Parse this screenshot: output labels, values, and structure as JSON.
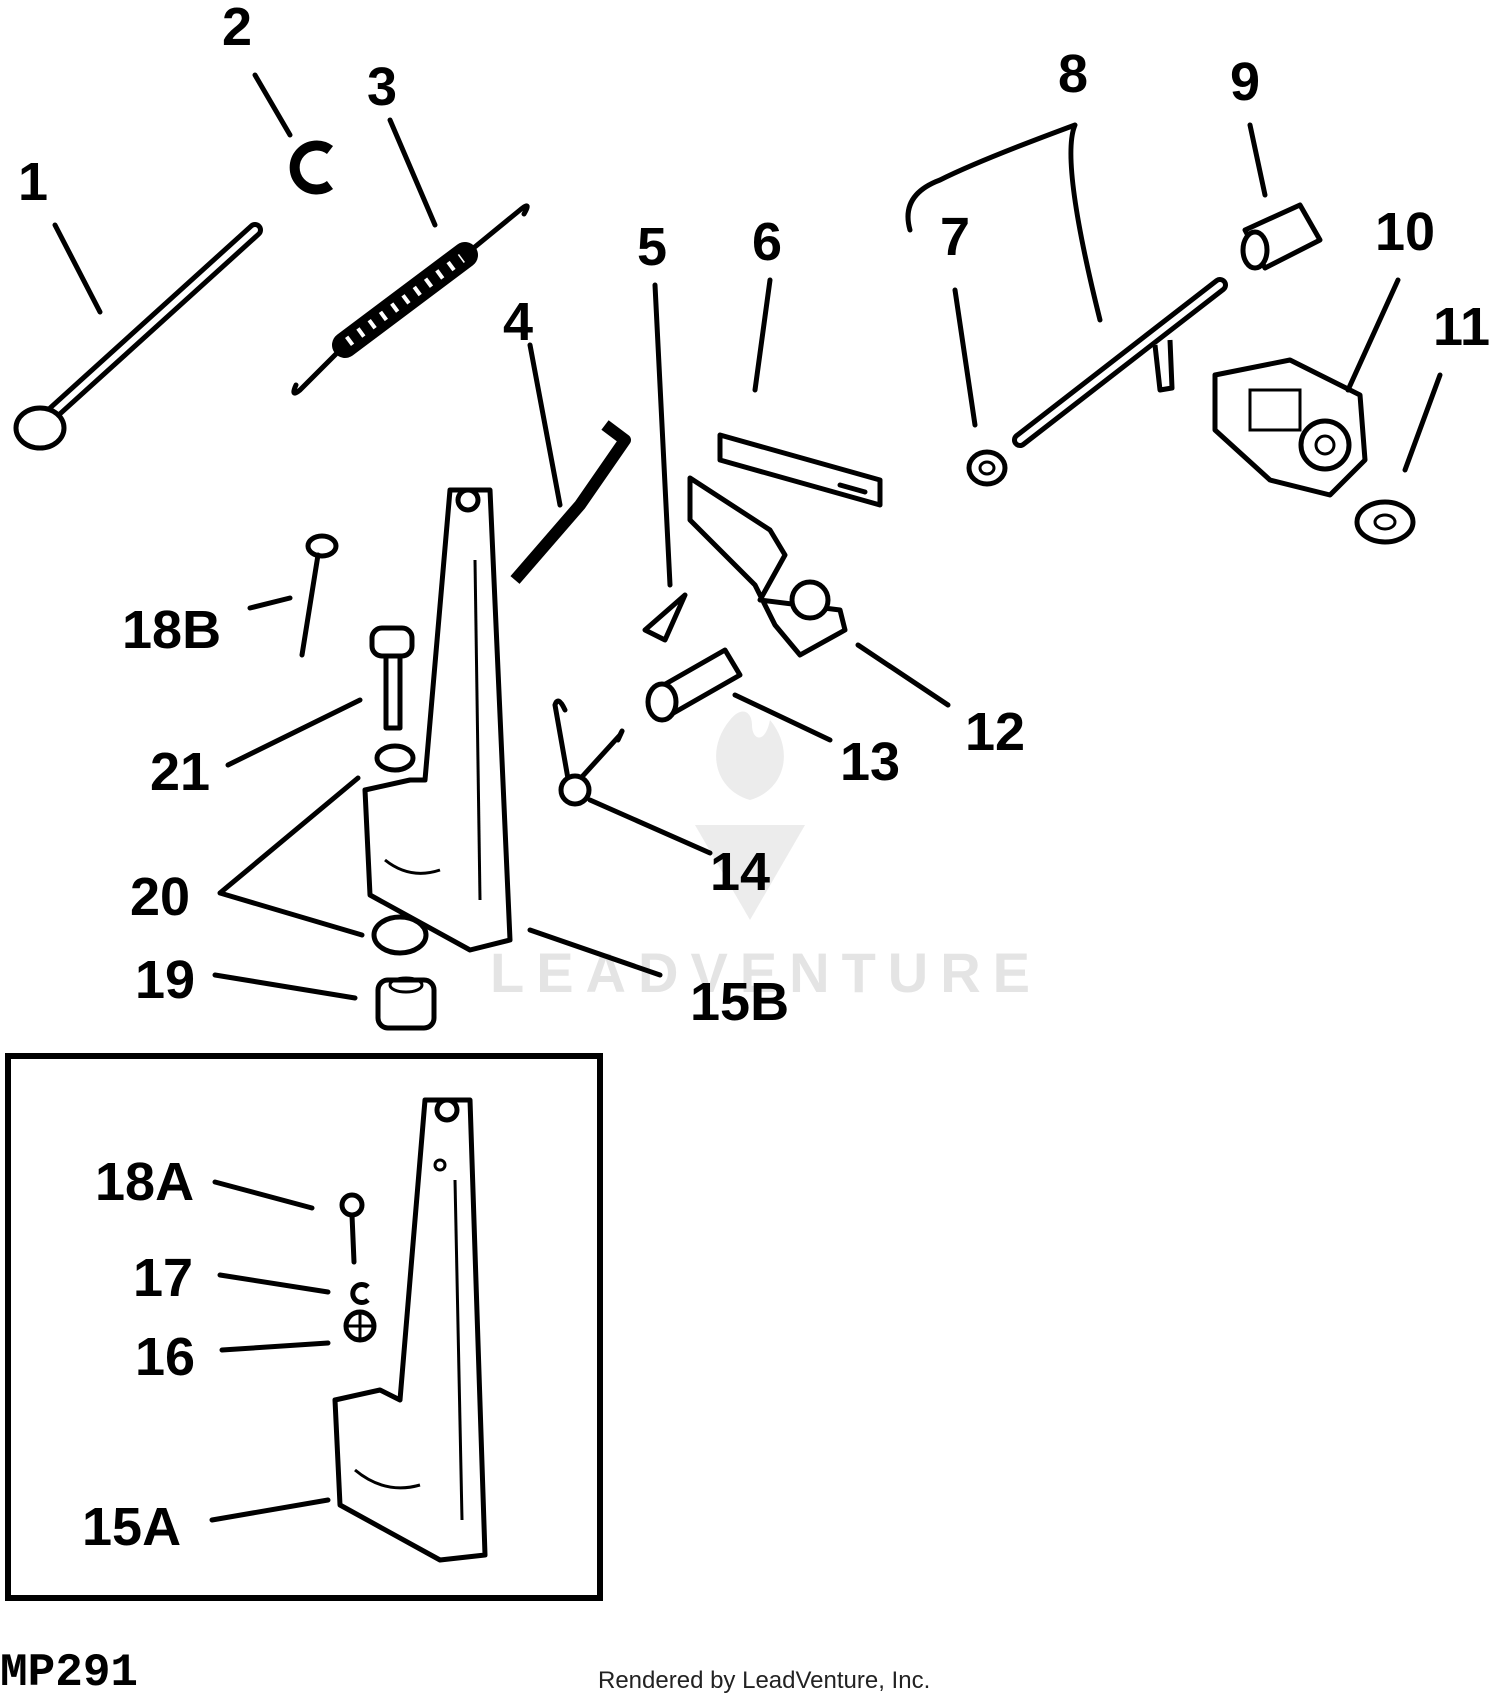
{
  "callouts": {
    "c1": "1",
    "c2": "2",
    "c3": "3",
    "c4": "4",
    "c5": "5",
    "c6": "6",
    "c7": "7",
    "c8": "8",
    "c9": "9",
    "c10": "10",
    "c11": "11",
    "c12": "12",
    "c13": "13",
    "c14": "14",
    "c15a": "15A",
    "c15b": "15B",
    "c16": "16",
    "c17": "17",
    "c18a": "18A",
    "c18b": "18B",
    "c19": "19",
    "c20": "20",
    "c21": "21"
  },
  "figure_code": "MP291",
  "footer": "Rendered by LeadVenture, Inc.",
  "watermark": "LEADVENTURE",
  "colors": {
    "ink": "#000000",
    "background": "#ffffff",
    "watermark": "#e4e4e4"
  }
}
